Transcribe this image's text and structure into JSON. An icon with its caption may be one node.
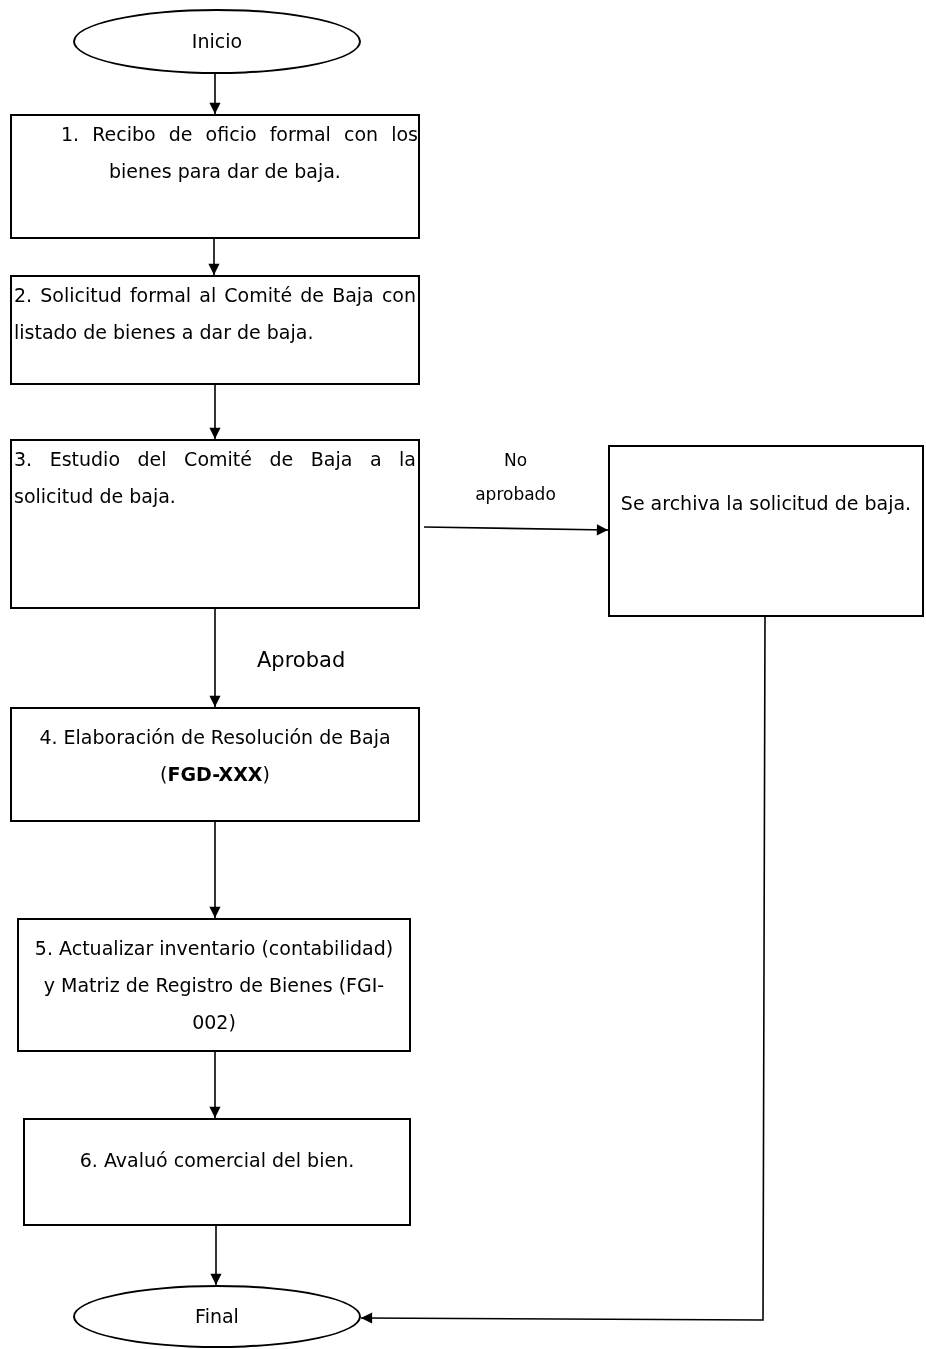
{
  "diagram": {
    "nodes": [
      {
        "text": [
          "Inicio"
        ]
      },
      {
        "text": [
          "1. Recibo de oficio formal con los bienes para dar de baja."
        ]
      },
      {
        "text": [
          "2. Solicitud formal al Comité de Baja con listado de bienes a dar de baja."
        ]
      },
      {
        "text": [
          "3. Estudio del Comité de Baja a la solicitud de baja."
        ]
      },
      {
        "text": [
          "Se archiva la solicitud de baja."
        ]
      },
      {
        "text": [
          "4. Elaboración de Resolución de Baja (**FGD-XXX**)"
        ]
      },
      {
        "text": [
          "5. Actualizar inventario (contabilidad) y Matriz de Registro de Bienes (FGI-002)"
        ]
      },
      {
        "text": [
          "6. Avaluó comercial del bien."
        ]
      },
      {
        "text": [
          "Final"
        ]
      }
    ],
    "edges": [
      {
        "from": 0,
        "to": 1,
        "arrow": "to"
      },
      {
        "from": 1,
        "to": 2,
        "arrow": "to"
      },
      {
        "from": 2,
        "to": 3,
        "arrow": "to"
      },
      {
        "from": 3,
        "to": 4,
        "arrow": "to",
        "label": "No aprobado"
      },
      {
        "from": 3,
        "to": 5,
        "arrow": "to",
        "label": "Aprobad"
      },
      {
        "from": 5,
        "to": 6,
        "arrow": "to"
      },
      {
        "from": 6,
        "to": 7,
        "arrow": "to"
      },
      {
        "from": 7,
        "to": 8,
        "arrow": "to"
      },
      {
        "from": 4,
        "to": 8,
        "arrow": "to"
      }
    ]
  }
}
